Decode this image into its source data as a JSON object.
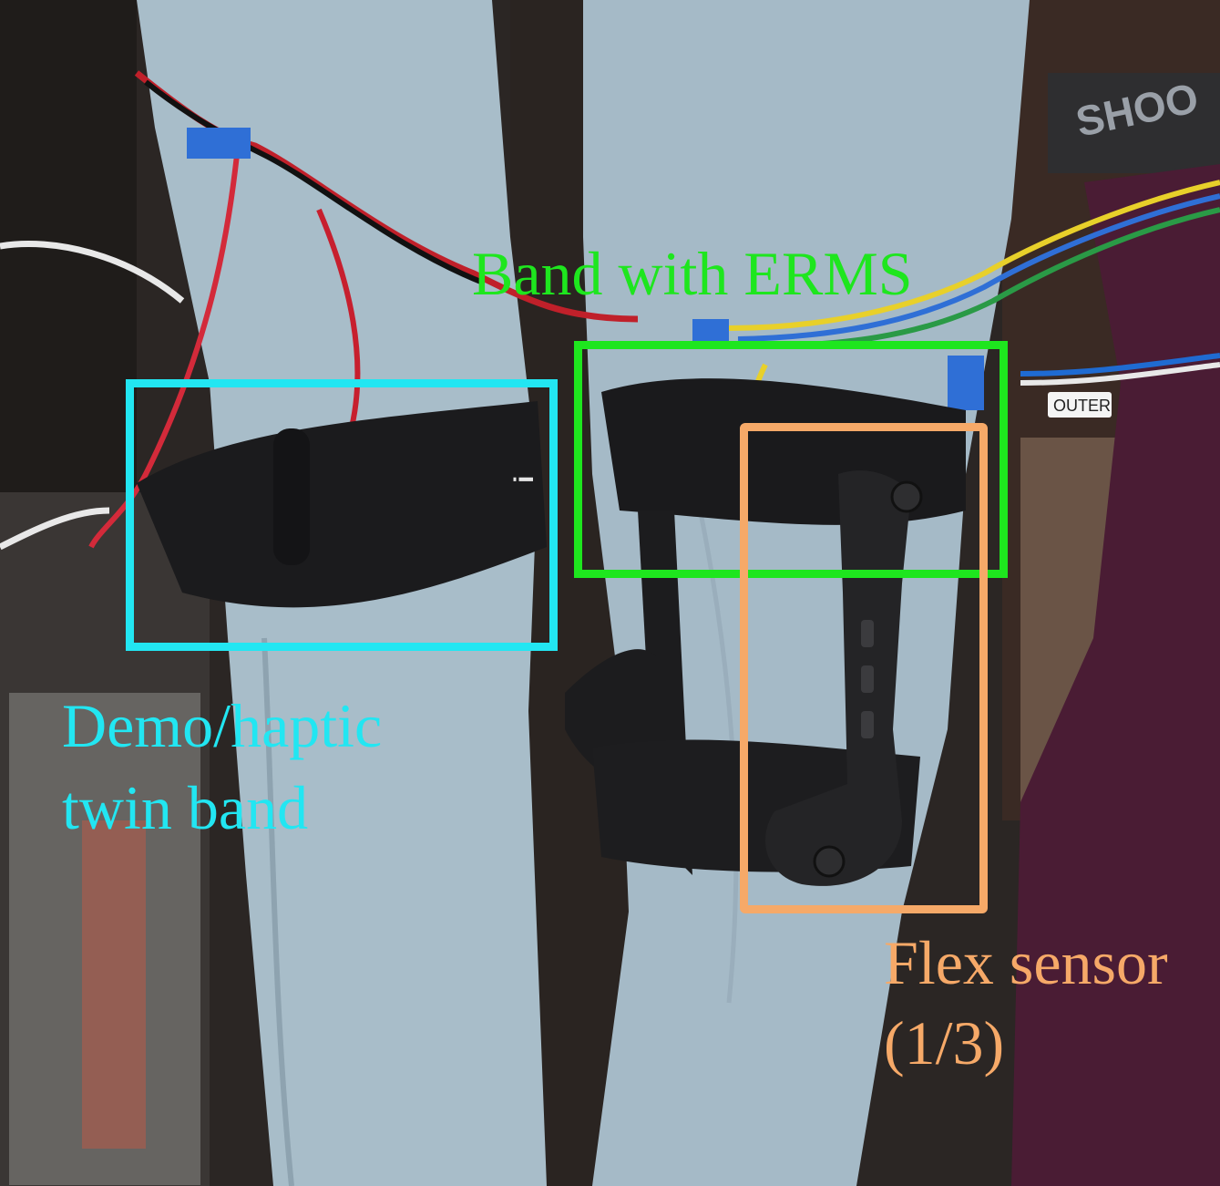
{
  "image": {
    "subject": "photo-of-knee-brace-prototype-on-mannequin-legs"
  },
  "annotations": {
    "demo_band": {
      "line1": "Demo/haptic",
      "line2": "twin band",
      "color": "#22e6f2"
    },
    "ermes_band": {
      "text": "Band with ERMS",
      "color": "#1ee61e"
    },
    "flex_sensor": {
      "line1": "Flex sensor",
      "line2": "(1/3)",
      "color": "#f6a968"
    }
  },
  "photo_text": {
    "tag": "OUTER",
    "box_print": "SHOO"
  },
  "colors": {
    "leg": "#a7bcc8",
    "brace": "#1c1c1e",
    "background": "#2a2624"
  }
}
